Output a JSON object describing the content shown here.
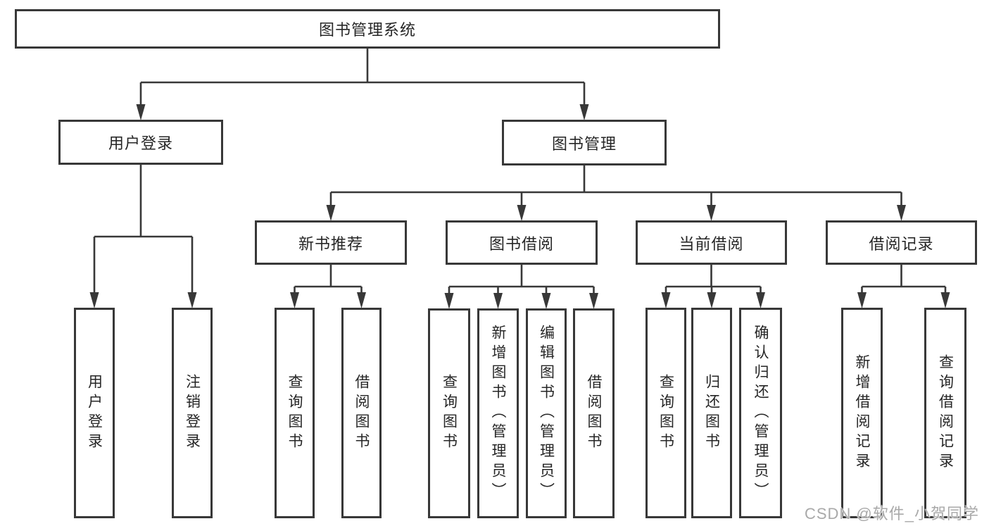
{
  "tree": {
    "id": "system-root",
    "label": "图书管理系统",
    "children": [
      {
        "id": "user-login",
        "label": "用户登录",
        "children": [
          {
            "id": "do-login",
            "label": "用户登录"
          },
          {
            "id": "logout",
            "label": "注销登录"
          }
        ]
      },
      {
        "id": "book-management",
        "label": "图书管理",
        "children": [
          {
            "id": "new-book-recommendation",
            "label": "新书推荐",
            "children": [
              {
                "id": "nbr-query-books",
                "label": "查询图书"
              },
              {
                "id": "nbr-borrow-books",
                "label": "借阅图书"
              }
            ]
          },
          {
            "id": "book-borrowing",
            "label": "图书借阅",
            "children": [
              {
                "id": "bb-query-books",
                "label": "查询图书"
              },
              {
                "id": "bb-add-books",
                "label": "新增图书（管理员）"
              },
              {
                "id": "bb-edit-books",
                "label": "编辑图书（管理员）"
              },
              {
                "id": "bb-borrow-books",
                "label": "借阅图书"
              }
            ]
          },
          {
            "id": "current-borrowing",
            "label": "当前借阅",
            "children": [
              {
                "id": "cb-query-books",
                "label": "查询图书"
              },
              {
                "id": "cb-return-books",
                "label": "归还图书"
              },
              {
                "id": "cb-confirm-return",
                "label": "确认归还（管理员）"
              }
            ]
          },
          {
            "id": "borrowing-records",
            "label": "借阅记录",
            "children": [
              {
                "id": "br-add-record",
                "label": "新增借阅记录"
              },
              {
                "id": "br-query-record",
                "label": "查询借阅记录"
              }
            ]
          }
        ]
      }
    ]
  },
  "watermark": "CSDN @软件_小贺同学",
  "colors": {
    "line": "#383838",
    "text": "#262626",
    "watermark": "#a9a9a9",
    "background": "#ffffff"
  }
}
